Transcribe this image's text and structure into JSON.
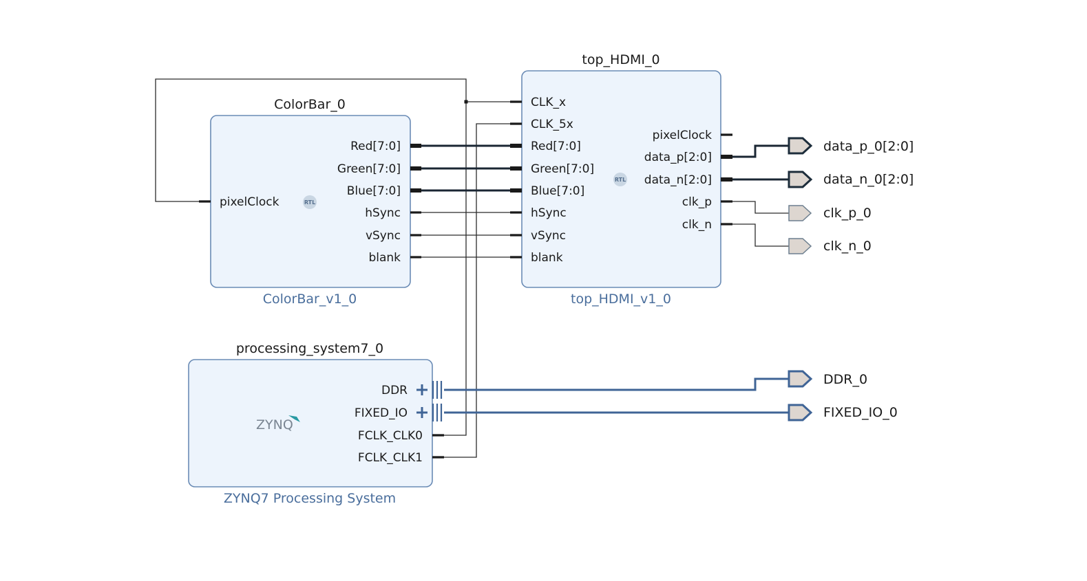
{
  "colorbar": {
    "instance": "ColorBar_0",
    "vlnv": "ColorBar_v1_0",
    "rtl_badge": "RTL",
    "in_pins": [
      "pixelClock"
    ],
    "out_pins": [
      "Red[7:0]",
      "Green[7:0]",
      "Blue[7:0]",
      "hSync",
      "vSync",
      "blank"
    ]
  },
  "hdmi": {
    "instance": "top_HDMI_0",
    "vlnv": "top_HDMI_v1_0",
    "rtl_badge": "RTL",
    "in_pins": [
      "CLK_x",
      "CLK_5x",
      "Red[7:0]",
      "Green[7:0]",
      "Blue[7:0]",
      "hSync",
      "vSync",
      "blank"
    ],
    "out_pins": [
      "pixelClock",
      "data_p[2:0]",
      "data_n[2:0]",
      "clk_p",
      "clk_n"
    ]
  },
  "ps7": {
    "instance": "processing_system7_0",
    "vlnv": "ZYNQ7 Processing System",
    "logo": "ZYNQ",
    "out_pins": [
      "DDR",
      "FIXED_IO",
      "FCLK_CLK0",
      "FCLK_CLK1"
    ]
  },
  "external_ports": [
    "data_p_0[2:0]",
    "data_n_0[2:0]",
    "clk_p_0",
    "clk_n_0",
    "DDR_0",
    "FIXED_IO_0"
  ],
  "colors": {
    "block_fill": "#edf4fc",
    "block_stroke": "#6a8bb5",
    "vlnv_text": "#4a6e9c",
    "interface_wire": "#3f6496",
    "port_fill": "#ddd6d0"
  }
}
